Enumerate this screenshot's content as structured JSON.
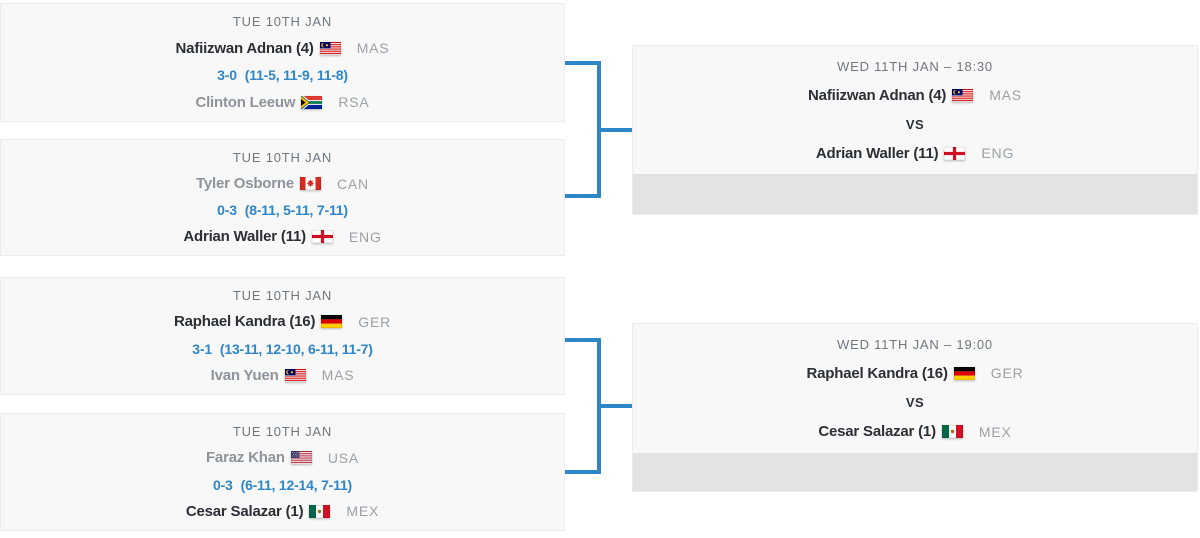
{
  "colors": {
    "accent_blue": "#2e86c8",
    "card_bg": "#f8f8f8",
    "card_border": "#ececec",
    "footer_gray": "#e3e3e3",
    "date_gray": "#6e7780",
    "winner_text": "#2b2f36",
    "loser_text": "#8d949b",
    "country_gray": "#9aa1a7"
  },
  "left_matches": [
    {
      "date": "TUE 10TH JAN",
      "player1": {
        "name": "Nafiizwan Adnan (4)",
        "flag": "MAS",
        "country": "MAS"
      },
      "score": "3-0",
      "games": "(11-5, 11-9, 11-8)",
      "player2": {
        "name": "Clinton Leeuw",
        "flag": "RSA",
        "country": "RSA"
      },
      "winner": "player1"
    },
    {
      "date": "TUE 10TH JAN",
      "player1": {
        "name": "Tyler Osborne",
        "flag": "CAN",
        "country": "CAN"
      },
      "score": "0-3",
      "games": "(8-11, 5-11, 7-11)",
      "player2": {
        "name": "Adrian Waller (11)",
        "flag": "ENG",
        "country": "ENG"
      },
      "winner": "player2"
    },
    {
      "date": "TUE 10TH JAN",
      "player1": {
        "name": "Raphael Kandra (16)",
        "flag": "GER",
        "country": "GER"
      },
      "score": "3-1",
      "games": "(13-11, 12-10, 6-11, 11-7)",
      "player2": {
        "name": "Ivan Yuen",
        "flag": "MAS",
        "country": "MAS"
      },
      "winner": "player1"
    },
    {
      "date": "TUE 10TH JAN",
      "player1": {
        "name": "Faraz Khan",
        "flag": "USA",
        "country": "USA"
      },
      "score": "0-3",
      "games": "(6-11, 12-14, 7-11)",
      "player2": {
        "name": "Cesar Salazar (1)",
        "flag": "MEX",
        "country": "MEX"
      },
      "winner": "player2"
    }
  ],
  "right_matches": [
    {
      "datetime": "WED 11TH JAN – 18:30",
      "player1": {
        "name": "Nafiizwan Adnan (4)",
        "flag": "MAS",
        "country": "MAS"
      },
      "vs_label": "VS",
      "player2": {
        "name": "Adrian Waller (11)",
        "flag": "ENG",
        "country": "ENG"
      }
    },
    {
      "datetime": "WED 11TH JAN – 19:00",
      "player1": {
        "name": "Raphael Kandra (16)",
        "flag": "GER",
        "country": "GER"
      },
      "vs_label": "VS",
      "player2": {
        "name": "Cesar Salazar (1)",
        "flag": "MEX",
        "country": "MEX"
      }
    }
  ]
}
